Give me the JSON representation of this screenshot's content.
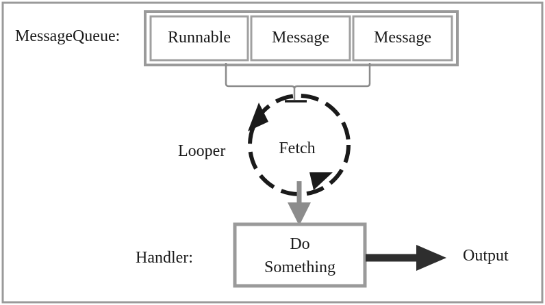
{
  "queue": {
    "label": "MessageQueue:",
    "items": [
      "Runnable",
      "Message",
      "Message"
    ]
  },
  "looper": {
    "label": "Looper",
    "action": "Fetch"
  },
  "handler": {
    "label": "Handler:",
    "action_line1": "Do",
    "action_line2": "Something"
  },
  "output": {
    "label": "Output"
  },
  "colors": {
    "frame": "#9a9a9a",
    "box_border": "#9a9a9a",
    "dark_stroke": "#1a1a1a",
    "gray_arrow": "#8c8c8c",
    "bracket": "#8a8a8a",
    "output_arrow": "#2e2e2e"
  }
}
